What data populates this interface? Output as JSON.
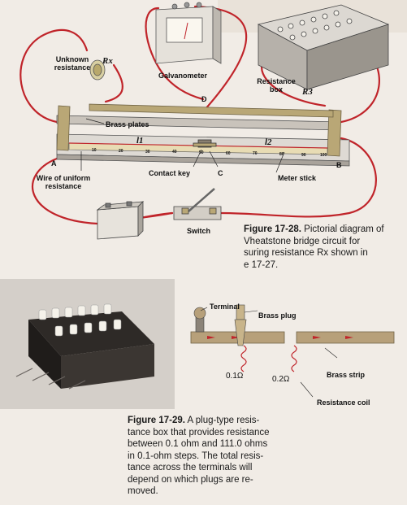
{
  "figure_28": {
    "labels": {
      "unknown_resistance": "Unknown resistance",
      "rx": "Rx",
      "galvanometer": "Galvanometer",
      "resistance_box": "Resistance box",
      "r3": "R3",
      "brass_plates": "Brass plates",
      "point_a": "A",
      "point_b": "B",
      "point_c": "C",
      "point_d": "D",
      "l1": "l1",
      "l2": "l2",
      "wire_uniform": "Wire of uniform resistance",
      "contact_key": "Contact key",
      "meter_stick": "Meter stick",
      "switch": "Switch"
    },
    "scale_ticks": [
      "10",
      "20",
      "30",
      "40",
      "50",
      "60",
      "70",
      "80",
      "90",
      "100"
    ],
    "caption_number": "Figure 17-28.",
    "caption_text_line1": " Pictorial diagram of",
    "caption_text_line2": "Vheatstone bridge circuit for",
    "caption_text_line3": "suring resistance Rx shown in",
    "caption_text_line4": "e 17-27."
  },
  "figure_29": {
    "labels": {
      "terminal": "Terminal",
      "brass_plug": "Brass plug",
      "brass_strip": "Brass strip",
      "resistance_coil": "Resistance coil",
      "r01": "0.1Ω",
      "r02": "0.2Ω"
    },
    "caption_number": "Figure 17-29.",
    "caption_lines": [
      " A plug-type resis-",
      "tance box that provides resistance",
      "between 0.1 ohm and 111.0 ohms",
      "in 0.1-ohm steps. The total resis-",
      "tance across the terminals will",
      "depend on which plugs are re-",
      "moved."
    ]
  },
  "colors": {
    "wire": "#c0242a",
    "brass": "#b9a776",
    "paper": "#f1ece6"
  }
}
